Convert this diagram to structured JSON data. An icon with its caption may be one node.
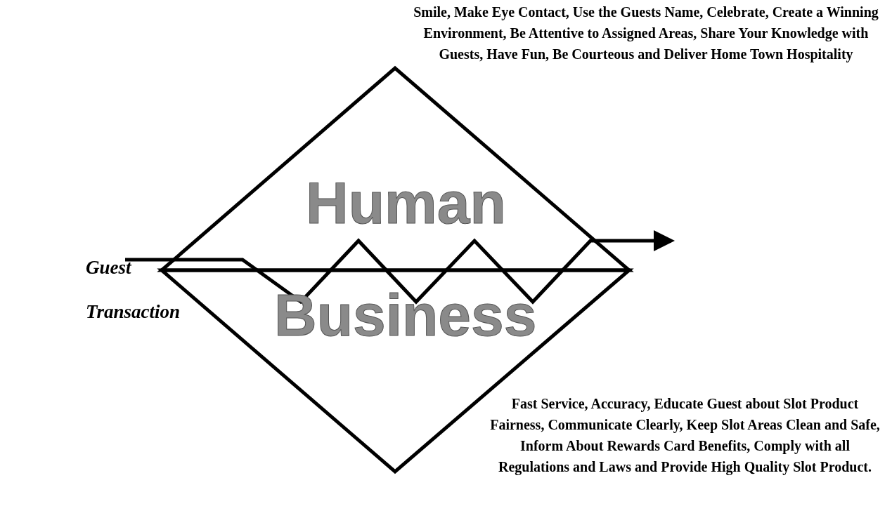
{
  "diagram": {
    "nodes": [
      {
        "text": [
          "Human"
        ]
      },
      {
        "text": [
          "Business"
        ]
      }
    ],
    "labels": [
      "Smile, Make Eye Contact, Use the Guests Name, Celebrate, Create a Winning Environment, Be Attentive to Assigned Areas, Share Your Knowledge with Guests, Have Fun, Be Courteous and Deliver Home Town Hospitality",
      "Guest",
      "Transaction",
      "Fast Service, Accuracy, Educate Guest about Slot Product Fairness, Communicate Clearly, Keep Slot Areas Clean and Safe, Inform About Rewards Card Benefits, Comply with all Regulations and Laws and Provide High Quality Slot Product."
    ]
  }
}
